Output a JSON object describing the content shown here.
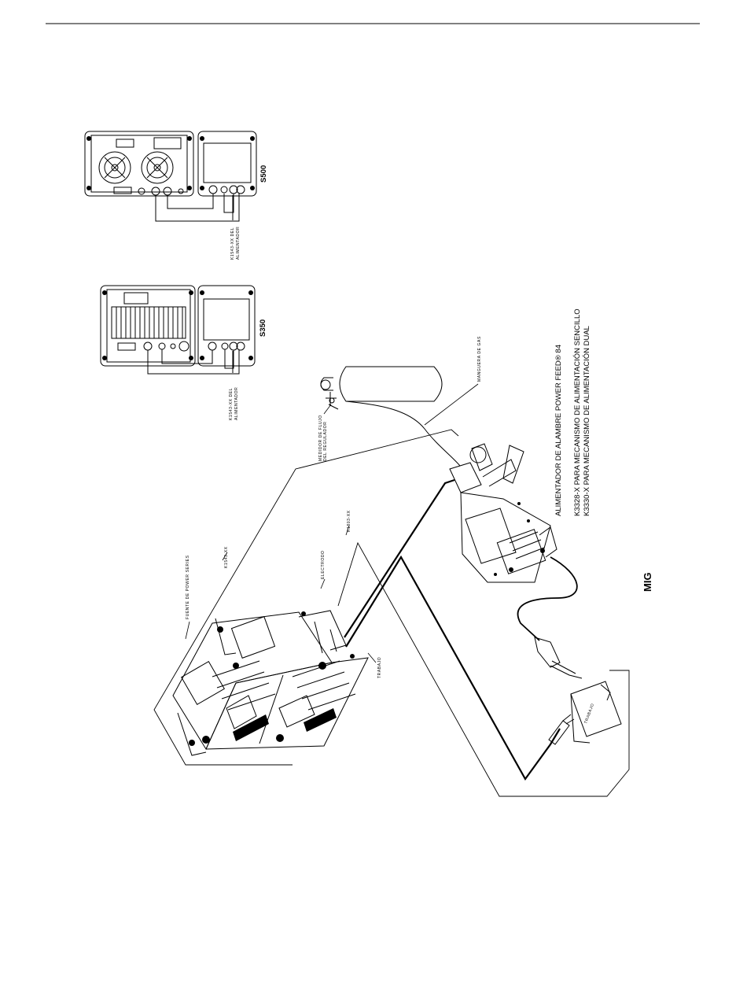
{
  "diagram": {
    "units": {
      "s500": {
        "model": "S500",
        "cable_label_line1": "K1543-XX DEL",
        "cable_label_line2": "ALIMENTADOR"
      },
      "s350": {
        "model": "S350",
        "cable_label_line1": "K1543-XX DEL",
        "cable_label_line2": "ALIMENTADOR"
      }
    },
    "labels": {
      "hose": "MANGUERA DE GAS",
      "flowmeter_line1": "MEDIDOR DE FLUJO",
      "flowmeter_line2": "DEL REGULADOR",
      "power_source": "FUENTE DE POWER SERIES",
      "control_cable": "K1543-XX",
      "electrode": "ELECTRODO",
      "electrode_cable": "K1803-XX",
      "work_cable": "TRABAJO",
      "work_piece": "TRABAJO"
    },
    "feeder": {
      "title": "ALIMENTADOR DE ALAMBRE POWER FEED® 84",
      "line2": "K3328-X PARA MECANISMO DE ALIMENTACIÓN SENCILLO",
      "line3": "K3330-X PARA MECANISMO DE ALIMENTACIÓN DUAL"
    },
    "process": "MIG"
  }
}
